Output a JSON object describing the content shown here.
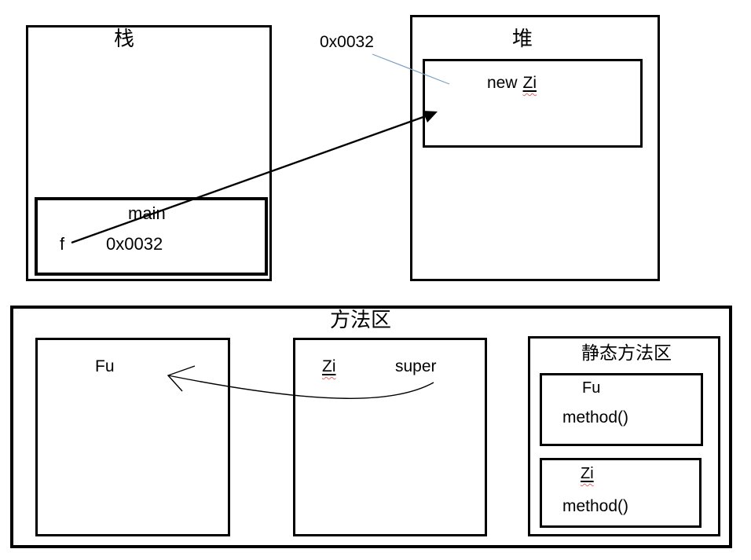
{
  "colors": {
    "stroke": "#000000",
    "text": "#000000",
    "pointer": "#7da0c8",
    "squiggle": "#e06666"
  },
  "stack": {
    "title": "栈",
    "frame_label": "main",
    "var_name": "f",
    "var_value": "0x0032"
  },
  "heap": {
    "title": "堆",
    "address_label": "0x0032",
    "object_prefix": "new",
    "object_class": "Zi"
  },
  "method_area": {
    "title": "方法区",
    "parent_class": "Fu",
    "child_class": "Zi",
    "super_ref": "super",
    "static_area": {
      "title": "静态方法区",
      "entries": [
        {
          "class_name": "Fu",
          "method": "method()"
        },
        {
          "class_name": "Zi",
          "method": "method()"
        }
      ]
    }
  }
}
